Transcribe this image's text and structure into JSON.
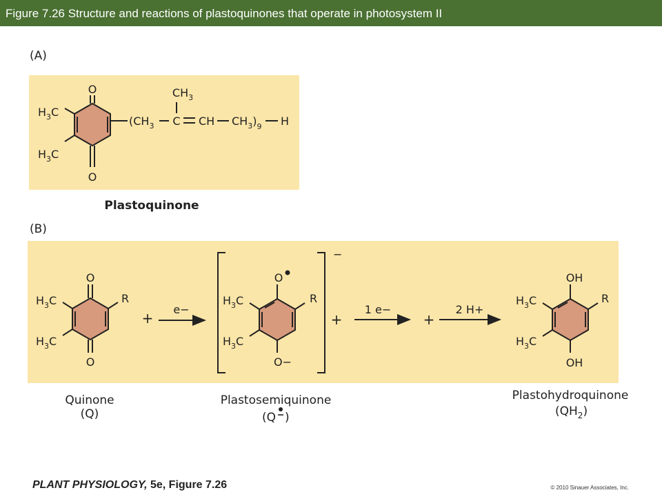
{
  "header": {
    "title": "Figure 7.26  Structure and reactions of plastoquinones that operate in photosystem II"
  },
  "panel_a": {
    "label": "(A)",
    "caption": "Plastoquinone",
    "chain_ch2": "(CH",
    "chain_c": "C",
    "chain_ch": "CH",
    "chain_ch2b": "CH",
    "chain_n": "9",
    "chain_h": "H",
    "ch3": "CH"
  },
  "panel_b": {
    "label": "(B)",
    "quinone_name": "Quinone",
    "quinone_abbr": "(Q)",
    "semi_name": "Plastosemiquinone",
    "semi_abbr": "(Q",
    "hydro_name": "Plastohydroquinone",
    "hydro_abbr": "(QH",
    "hydro_sub": "2",
    "step1_reagent": "e−",
    "step2_reagent": "1 e−",
    "step3_reagent": "2 H+",
    "plus": "+",
    "bracket_charge": "−"
  },
  "atoms": {
    "o": "O",
    "oh": "OH",
    "o_minus": "O−",
    "r": "R",
    "h3c": "H",
    "h3c_sub": "3",
    "h3c_c": "C"
  },
  "footer": {
    "book": "PLANT PHYSIOLOGY,",
    "edition": " 5e, Figure 7.26",
    "copyright": "© 2010 Sinauer Associates, Inc."
  },
  "colors": {
    "header_bg": "#4a7032",
    "panel_bg": "#fbe6a9",
    "ring_fill": "#d89a7c"
  }
}
